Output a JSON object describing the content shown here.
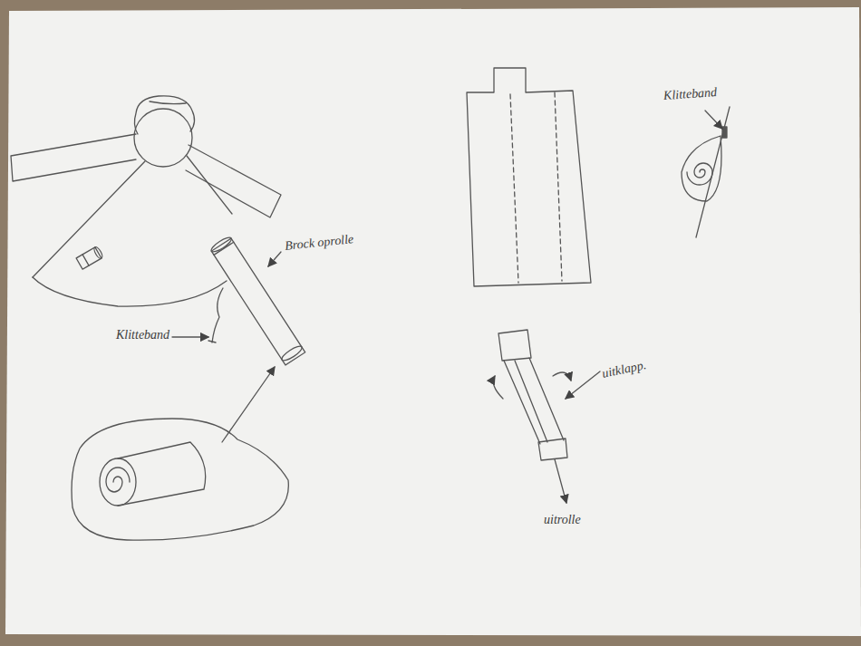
{
  "diagram": {
    "labels": [
      "Brock oprolle",
      "Klitteband",
      "Klitteband",
      "uitklapp.",
      "uitrolle"
    ]
  }
}
